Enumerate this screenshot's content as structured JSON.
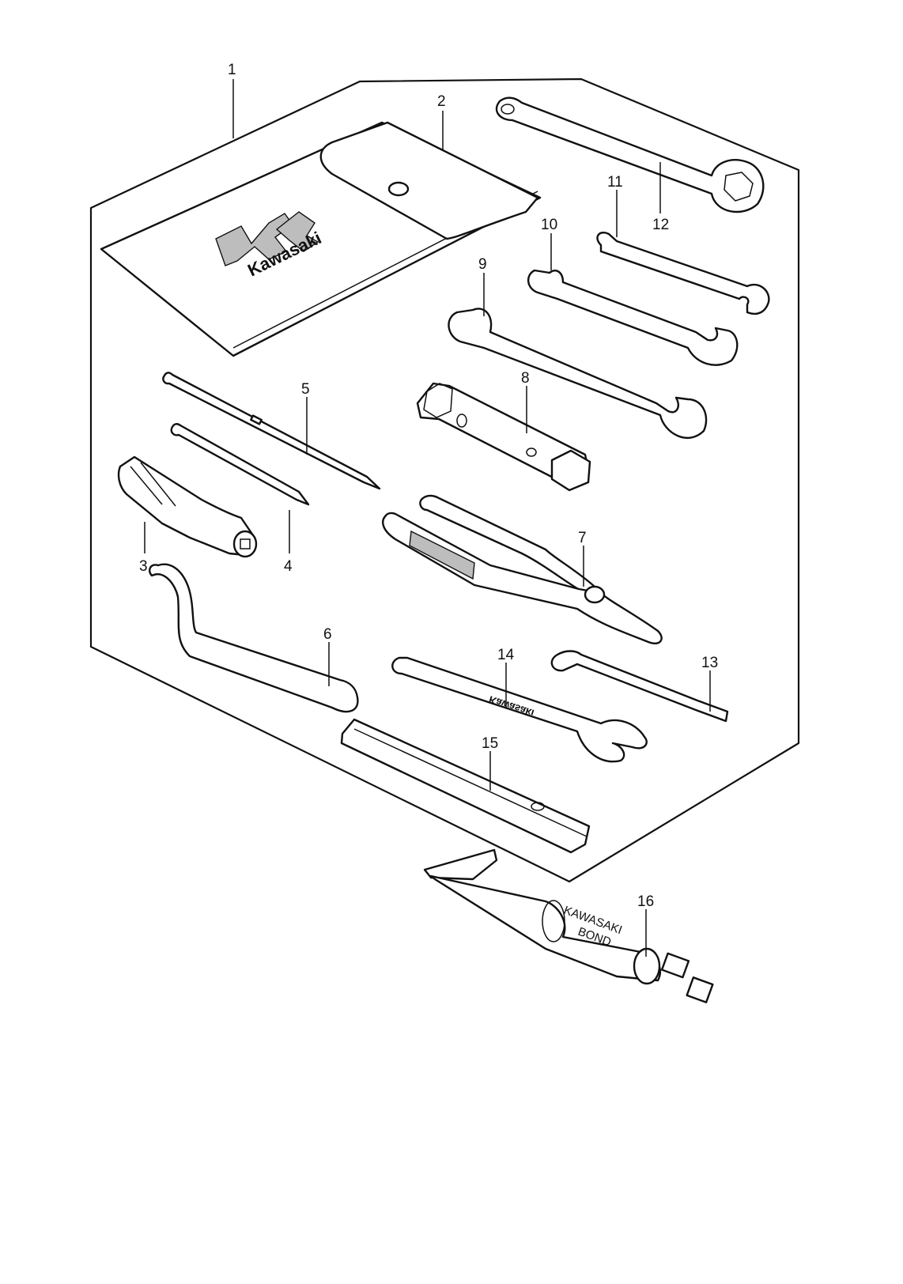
{
  "parts": [
    {
      "ref": "1"
    },
    {
      "ref": "2"
    },
    {
      "ref": "3"
    },
    {
      "ref": "4"
    },
    {
      "ref": "5"
    },
    {
      "ref": "6"
    },
    {
      "ref": "7"
    },
    {
      "ref": "8"
    },
    {
      "ref": "9"
    },
    {
      "ref": "10"
    },
    {
      "ref": "11"
    },
    {
      "ref": "12"
    },
    {
      "ref": "13"
    },
    {
      "ref": "14"
    },
    {
      "ref": "15"
    },
    {
      "ref": "16"
    }
  ],
  "pouch_logo": "Kawasaki",
  "wrench_logo": "Kawasaki",
  "tube_label": [
    "KAWASAKI",
    "BOND"
  ],
  "colors": {
    "ink": "#111111",
    "paper": "#ffffff",
    "logo_fill": "#bdbdbd"
  }
}
